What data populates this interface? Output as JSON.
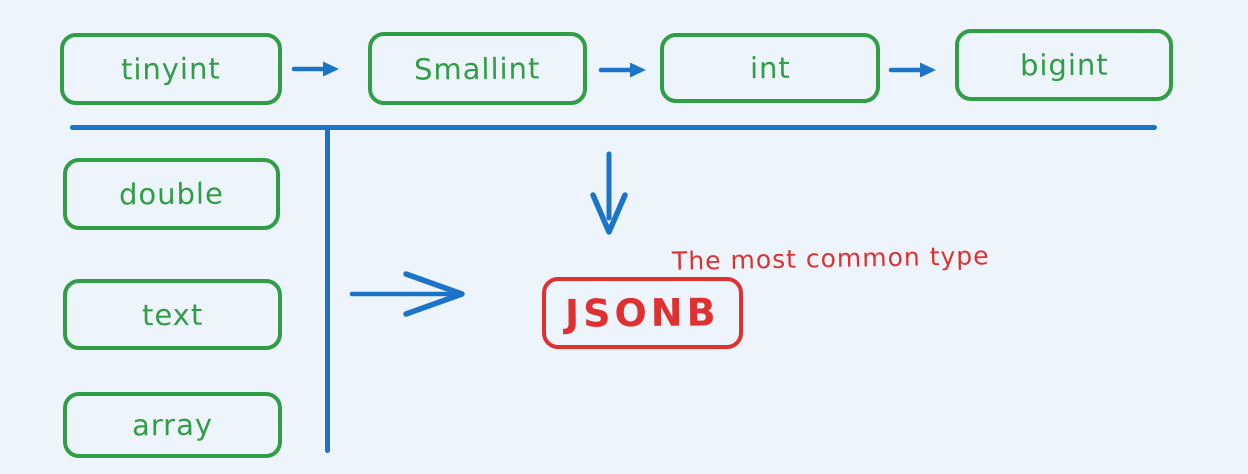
{
  "diagram": {
    "integer_chain": {
      "nodes": [
        {
          "label": "tinyint"
        },
        {
          "label": "Smallint"
        },
        {
          "label": "int"
        },
        {
          "label": "bigint"
        }
      ]
    },
    "other_types": {
      "nodes": [
        {
          "label": "double"
        },
        {
          "label": "text"
        },
        {
          "label": "array"
        }
      ]
    },
    "result": {
      "label": "JSONB",
      "annotation": "The most common type"
    }
  },
  "colors": {
    "green": "#2f9e44",
    "blue": "#1c74c8",
    "red": "#e03131",
    "bg": "#eef4fb"
  }
}
